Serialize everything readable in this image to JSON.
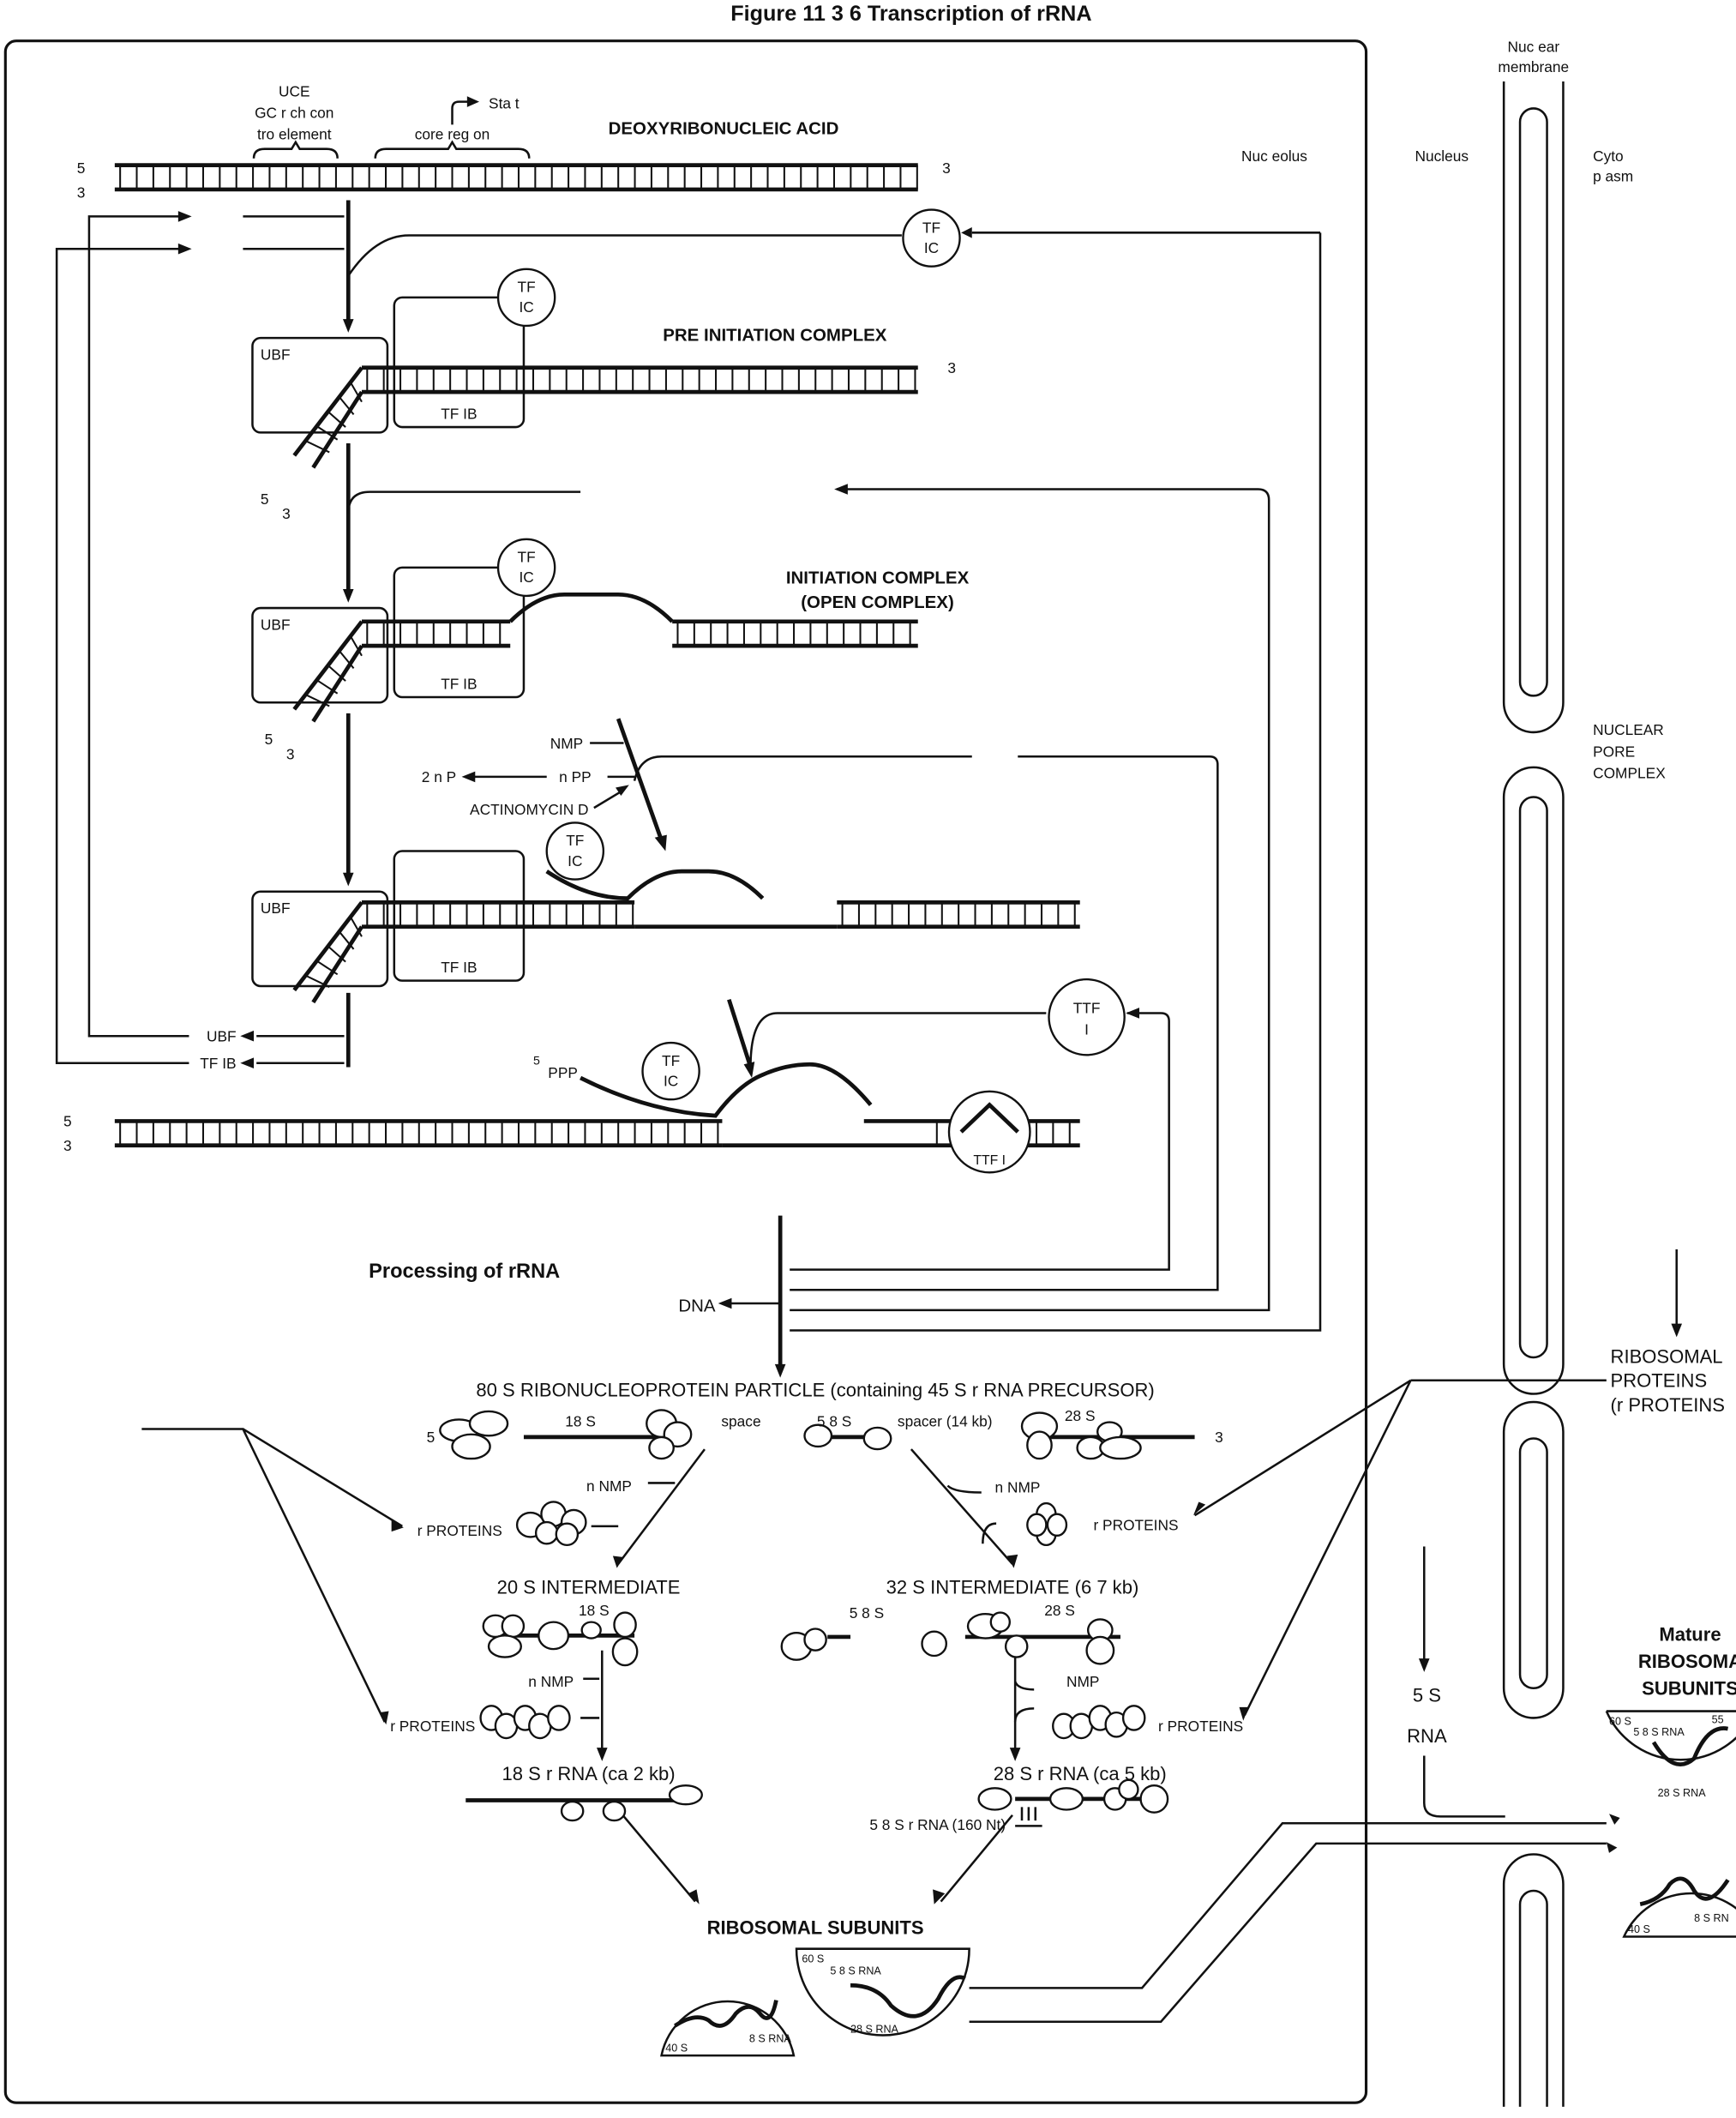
{
  "title": "Figure 11 3 6  Transcription of rRNA",
  "dna": {
    "uce": "UCE",
    "uce_desc1": "GC r ch con",
    "uce_desc2": "tro  element",
    "start": "Sta t",
    "core": "core reg on",
    "heading": "DEOXYRIBONUCLEIC ACID",
    "five": "5",
    "three": "3"
  },
  "regions": {
    "nucleolus": "Nuc eolus",
    "nucleus": "Nucleus",
    "cytoplasm1": "Cyto",
    "cytoplasm2": "p asm",
    "membrane1": "Nuc ear",
    "membrane2": "membrane",
    "pore1": "NUCLEAR",
    "pore2": "PORE",
    "pore3": "COMPLEX"
  },
  "factors": {
    "ubf": "UBF",
    "tf1b": "TF IB",
    "tf": "TF",
    "ic": "IC",
    "ttf": "TTF",
    "ttf_i": "I",
    "ttf_full": "TTF I"
  },
  "stages": {
    "preinit": "PRE INITIATION COMPLEX",
    "init1": "INITIATION COMPLEX",
    "init2": "(OPEN COMPLEX)",
    "nmp": "NMP",
    "npp": "n PP",
    "twonp": "2 n P",
    "actinomycin": "ACTINOMYCIN D",
    "ppp": "PPP",
    "five": "5"
  },
  "processing": {
    "heading": "Processing of rRNA",
    "dna": "DNA",
    "particle": "80 S RIBONUCLEOPROTEIN PARTICLE (containing 45 S r RNA PRECURSOR)",
    "s18": "18 S",
    "spacer_left": "space",
    "s58": "5 8 S",
    "spacer_right": "spacer (14 kb)",
    "s28": "28 S",
    "five": "5",
    "three": "3",
    "nnmp": "n NMP",
    "nmp": "NMP",
    "rproteins": "r PROTEINS",
    "int20": "20 S INTERMEDIATE",
    "int32": "32 S INTERMEDIATE (6 7 kb)",
    "rrna18": "18 S r RNA (ca  2 kb)",
    "rrna28": "28 S r RNA (ca  5 kb)",
    "rrna58": "5 8 S r RNA (160 Nt)",
    "subunits": "RIBOSOMAL  SUBUNITS",
    "s40": "40 S",
    "s60": "60 S",
    "rna8s": "8 S RNA",
    "rna58s": "5 8 S RNA",
    "rna28s": "28 S RNA"
  },
  "cytoplasm": {
    "rprot1": "RIBOSOMAL",
    "rprot2": "PROTEINS",
    "rprot3": "(r PROTEINS",
    "s5_1": "5 S",
    "s5_2": "RNA",
    "mature1": "Mature",
    "mature2": "RIBOSOMA",
    "mature3": "SUBUNITS",
    "s60": "60 S",
    "s55": "55",
    "rna58s": "5 8 S RNA",
    "rna28s": "28 S RNA",
    "s40": "40 S",
    "rna8s": "8 S RN"
  }
}
